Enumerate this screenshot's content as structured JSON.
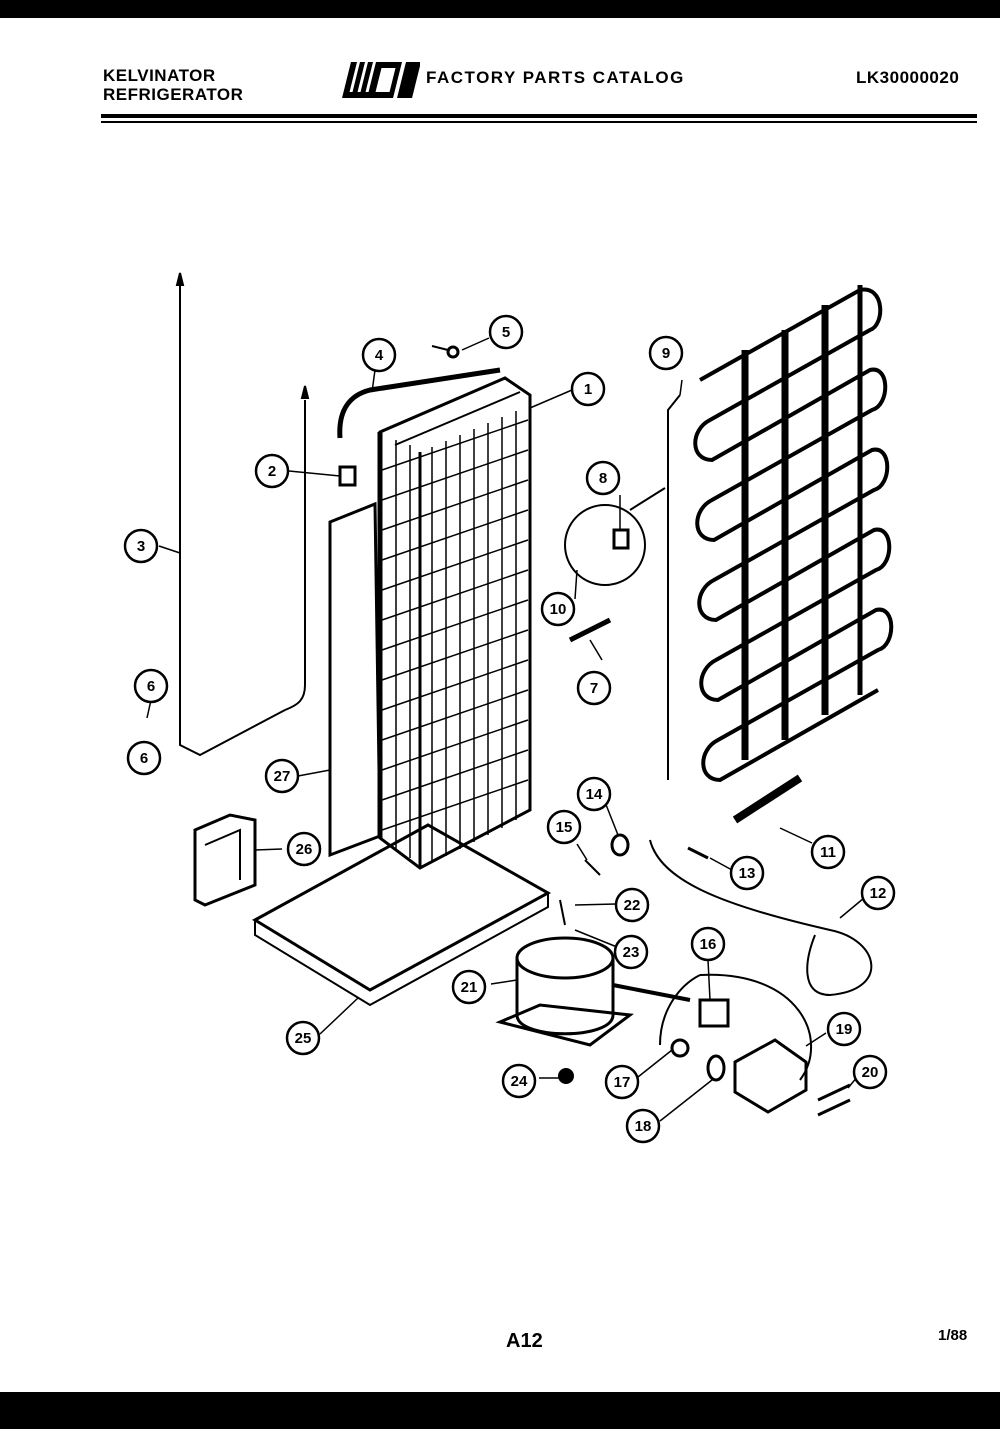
{
  "header": {
    "brand_line1": "KELVINATOR",
    "brand_line2": "REFRIGERATOR",
    "logo_text": "WCI",
    "catalog_title": "FACTORY PARTS CATALOG",
    "model_code": "LK30000020"
  },
  "diagram": {
    "callouts": [
      "1",
      "2",
      "3",
      "4",
      "5",
      "6",
      "7",
      "8",
      "9",
      "10",
      "11",
      "12",
      "13",
      "14",
      "15",
      "16",
      "17",
      "18",
      "19",
      "20",
      "21",
      "22",
      "23",
      "24",
      "25",
      "26",
      "27",
      "6"
    ]
  },
  "footer": {
    "page": "A12",
    "date": "1/88"
  }
}
